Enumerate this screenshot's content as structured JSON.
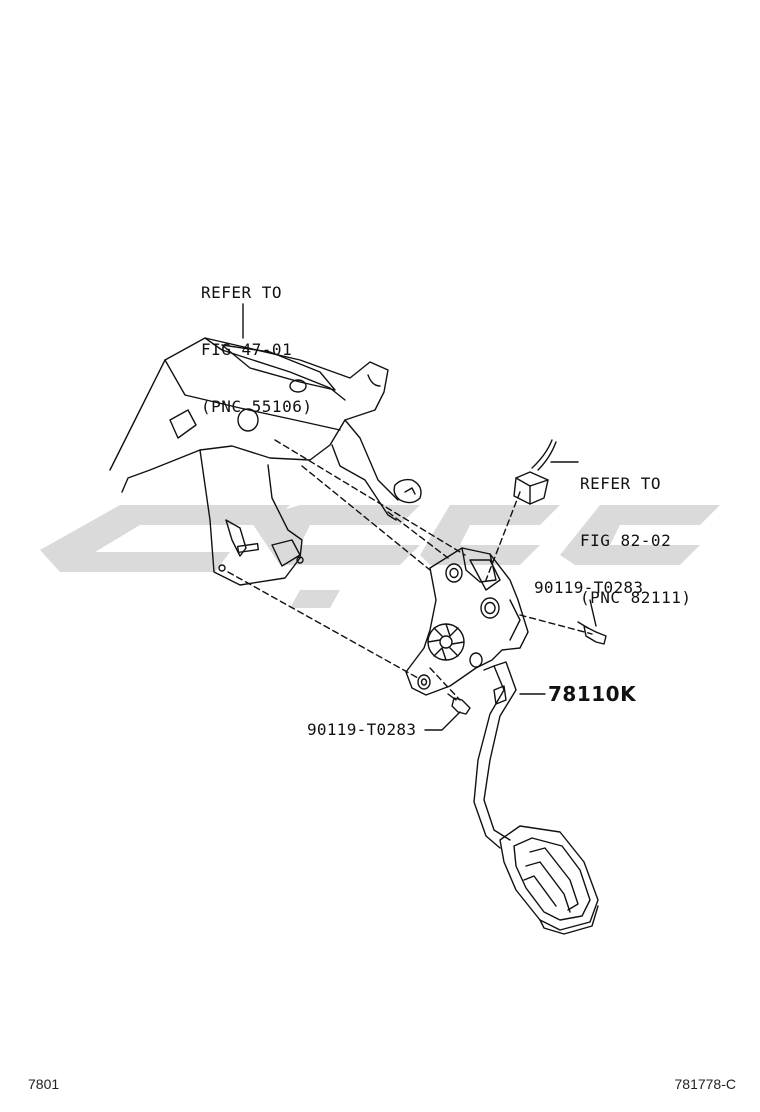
{
  "callouts": {
    "bracket_ref": {
      "line1": "REFER TO",
      "line2": "FIG 47-01",
      "line3": "(PNC 55106)"
    },
    "connector_ref": {
      "line1": "REFER TO",
      "line2": "FIG 82-02",
      "line3": "(PNC 82111)"
    }
  },
  "parts": {
    "bolt_right": "90119-T0283",
    "bolt_left": "90119-T0283",
    "pedal_assembly": "78110K"
  },
  "footer": {
    "left_code": "7801",
    "right_code": "781778-C"
  },
  "colors": {
    "line": "#111111",
    "watermark": "#d4d4d4",
    "background": "#ffffff"
  }
}
